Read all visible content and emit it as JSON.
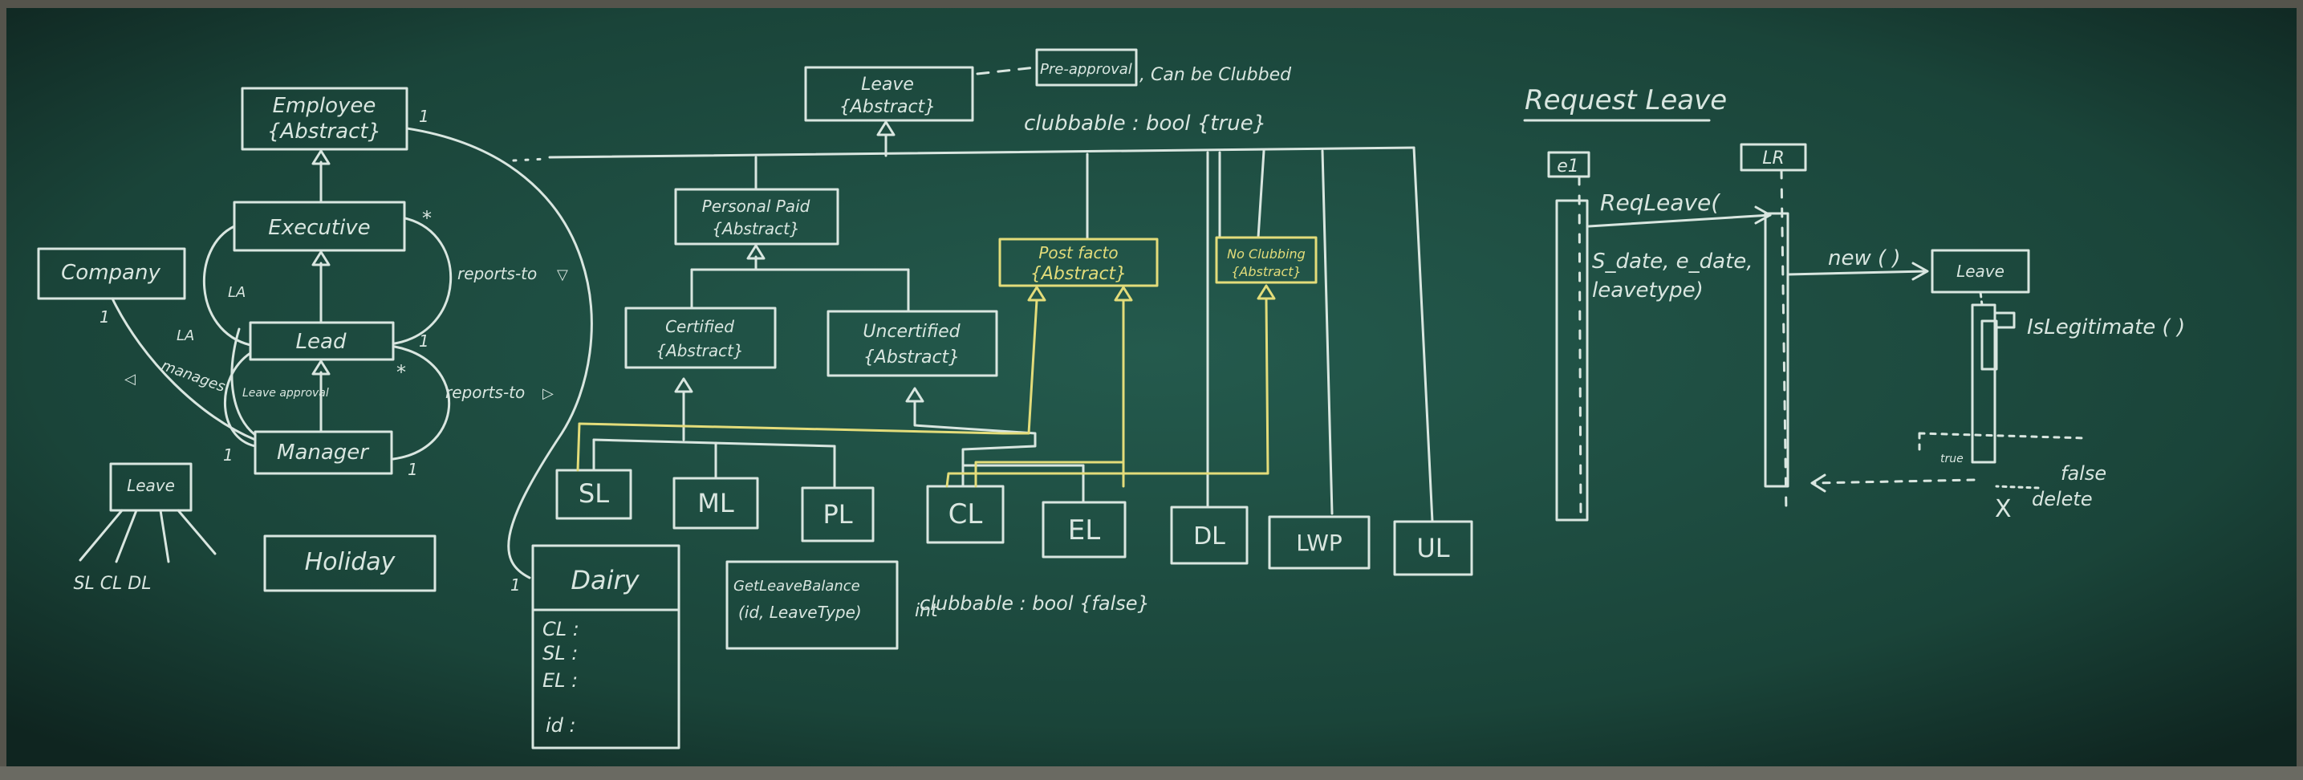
{
  "colors": {
    "board": "#1d4a3f",
    "board_edge": "#0f2520",
    "chalk": "#d9e6e0",
    "chalk_yellow": "#e3dc7a",
    "frame": "#6a6a62"
  },
  "class_diagram": {
    "employee": {
      "name": "Employee",
      "stereotype": "{Abstract}"
    },
    "executive": {
      "name": "Executive"
    },
    "lead": {
      "name": "Lead"
    },
    "manager": {
      "name": "Manager"
    },
    "company": {
      "name": "Company"
    },
    "holiday": {
      "name": "Holiday"
    },
    "leave_small": {
      "name": "Leave",
      "children": "SL CL DL"
    },
    "labels": {
      "reports_to_1": "reports-to",
      "reports_to_2": "reports-to",
      "manages": "manages",
      "la_1": "LA",
      "la_2": "LA",
      "leave_approval": "Leave approval",
      "star_1": "*",
      "star_2": "*",
      "mult_emp": "1",
      "mult_company": "1",
      "mult_lead": "1",
      "mult_manager_left": "1",
      "mult_manager_right": "1",
      "mult_dairy": "1"
    }
  },
  "leave_hierarchy": {
    "leave": {
      "name": "Leave",
      "stereotype": "{Abstract}"
    },
    "note_preapproval": "Pre-approval",
    "note_canbeclubbed": ", Can be Clubbed",
    "note_clubbable": "clubbable : bool {true}",
    "personal_paid": {
      "name": "Personal Paid",
      "stereotype": "{Abstract}"
    },
    "certified": {
      "name": "Certified",
      "stereotype": "{Abstract}"
    },
    "uncertified": {
      "name": "Uncertified",
      "stereotype": "{Abstract}"
    },
    "post_facto": {
      "name": "Post facto",
      "stereotype": "{Abstract}"
    },
    "no_clubbing": {
      "name": "No Clubbing",
      "stereotype": "{Abstract}"
    },
    "leaf_types": [
      "SL",
      "ML",
      "PL",
      "CL",
      "EL",
      "DL",
      "LWP",
      "UL"
    ],
    "clubbable_false": "clubbable : bool {false}",
    "dairy": {
      "name": "Dairy",
      "fields": [
        "CL :",
        "SL :",
        "EL :",
        "id :"
      ]
    },
    "get_leave_balance": {
      "line1": "GetLeaveBalance",
      "line2": "(id, LeaveType)",
      "returns": "int"
    }
  },
  "sequence_diagram": {
    "title": "Request Leave",
    "lifeline_1": "e1",
    "lifeline_2": "LR",
    "msg_request_line1": "ReqLeave(",
    "msg_request_line2": "S_date, e_date,",
    "msg_request_line3": "leavetype)",
    "msg_new": "new ( )",
    "leave_object": "Leave",
    "msg_legit": "IsLegitimate ( )",
    "msg_false_label": "false",
    "msg_false_small": "true",
    "msg_delete": "delete",
    "destroy_mark": "X"
  }
}
